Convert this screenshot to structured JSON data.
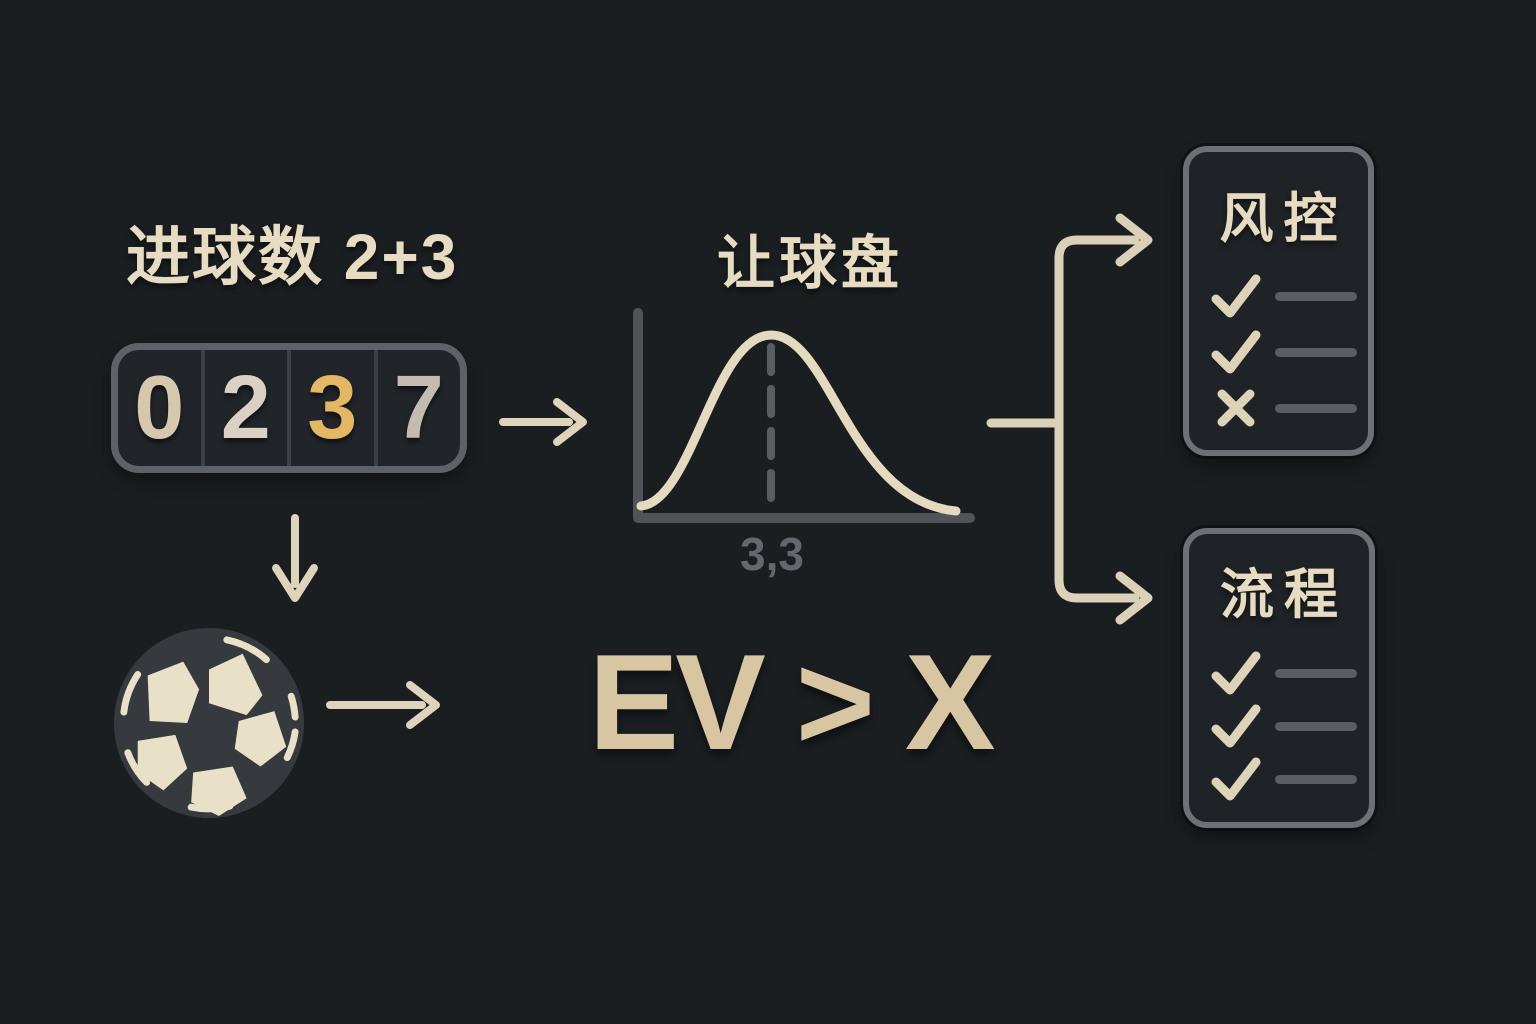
{
  "colors": {
    "background": "#1a1e21",
    "cream": "#e7dcc2",
    "tan_formula": "#d8c6a3",
    "gold_highlight": "#e3b763",
    "gray_ui": "#5c6267",
    "gray_axis": "#4e5458",
    "gray_label": "#62686d"
  },
  "goals": {
    "label": "进球数 2+3"
  },
  "counter": {
    "digits": [
      {
        "value": "0",
        "color": "#d5c8ac"
      },
      {
        "value": "2",
        "color": "#dad1c5"
      },
      {
        "value": "3",
        "color": "#e3b763"
      },
      {
        "value": "7",
        "color": "#c4bcae"
      }
    ]
  },
  "distribution": {
    "title": "让球盘",
    "peak_label": "3,3",
    "chart_data": {
      "type": "area",
      "description": "bell-shaped probability distribution of goals",
      "peak_x_label": "3,3",
      "x_axis_visible": true,
      "y_axis_visible": true,
      "dashed_marker_at_peak": true
    }
  },
  "formula": {
    "text": "EV > X"
  },
  "panels": [
    {
      "title": "风控",
      "items": [
        {
          "mark": "check"
        },
        {
          "mark": "check"
        },
        {
          "mark": "cross"
        }
      ]
    },
    {
      "title": "流程",
      "items": [
        {
          "mark": "check"
        },
        {
          "mark": "check"
        },
        {
          "mark": "check"
        }
      ]
    }
  ]
}
